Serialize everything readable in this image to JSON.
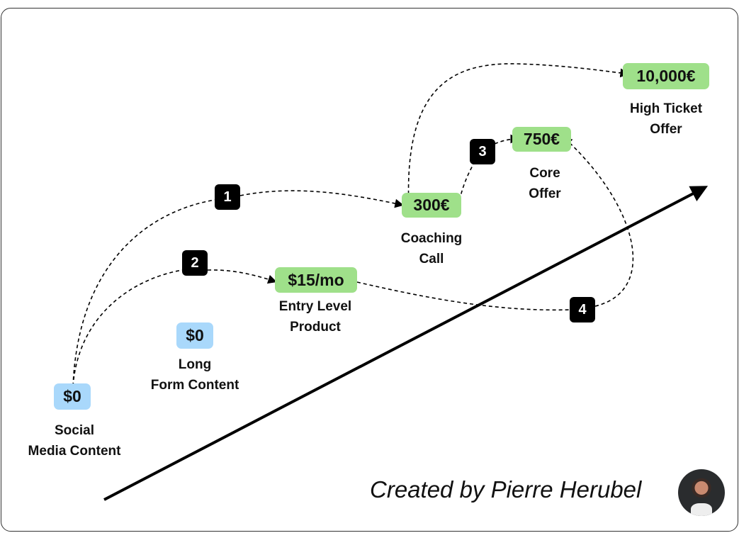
{
  "nodes": {
    "social": {
      "price": "$0",
      "label_line1": "Social",
      "label_line2": "Media Content"
    },
    "long_form": {
      "price": "$0",
      "label_line1": "Long",
      "label_line2": "Form Content"
    },
    "entry": {
      "price": "$15/mo",
      "label_line1": "Entry Level",
      "label_line2": "Product"
    },
    "coaching": {
      "price": "300€",
      "label_line1": "Coaching",
      "label_line2": "Call"
    },
    "core": {
      "price": "750€",
      "label_line1": "Core",
      "label_line2": "Offer"
    },
    "high_ticket": {
      "price": "10,000€",
      "label_line1": "High Ticket",
      "label_line2": "Offer"
    }
  },
  "steps": [
    "1",
    "2",
    "3",
    "4"
  ],
  "credit": "Created by Pierre Herubel",
  "colors": {
    "paid": "#9fe08a",
    "free": "#a9d8fb",
    "badge": "#000000"
  }
}
